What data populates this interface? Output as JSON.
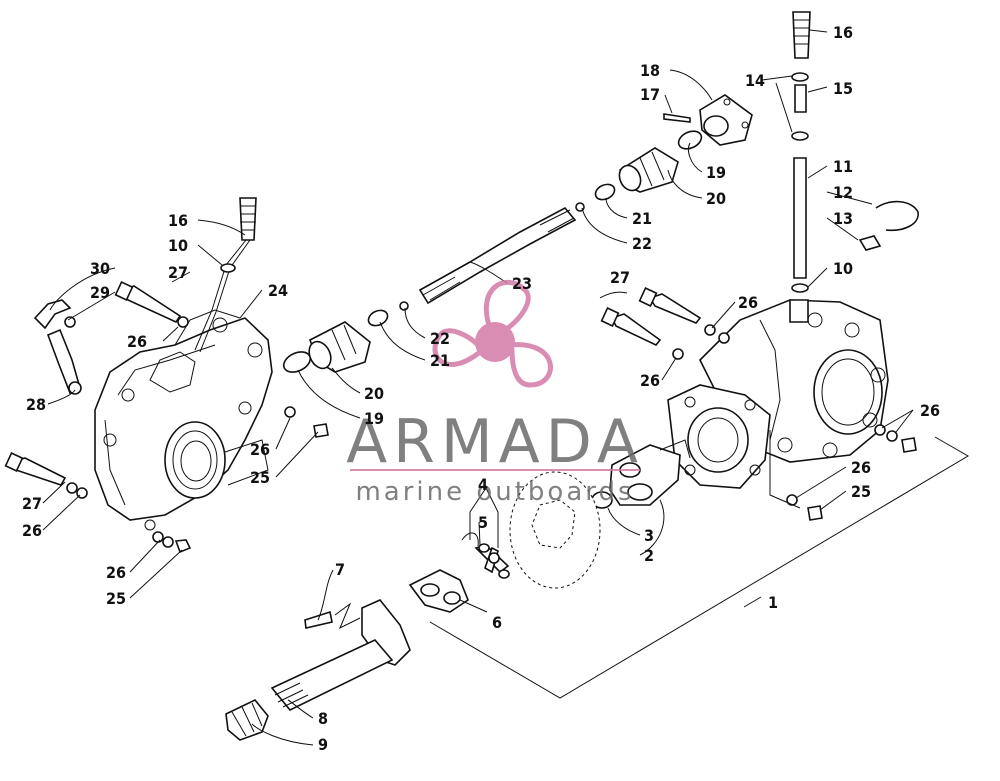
{
  "watermark": {
    "brand": "ARMADA",
    "tagline": "marine outboards",
    "accent_color": "#d47aa6"
  },
  "callouts": {
    "c1": "1",
    "c2": "2",
    "c3": "3",
    "c4": "4",
    "c5": "5",
    "c6": "6",
    "c7": "7",
    "c8": "8",
    "c9": "9",
    "c10a": "10",
    "c10b": "10",
    "c11": "11",
    "c12": "12",
    "c13": "13",
    "c14": "14",
    "c15": "15",
    "c16a": "16",
    "c16b": "16",
    "c17": "17",
    "c18": "18",
    "c19a": "19",
    "c19b": "19",
    "c20a": "20",
    "c20b": "20",
    "c21a": "21",
    "c21b": "21",
    "c22a": "22",
    "c22b": "22",
    "c23": "23",
    "c24": "24",
    "c25a": "25",
    "c25b": "25",
    "c25c": "25",
    "c26a": "26",
    "c26b": "26",
    "c26c": "26",
    "c26d": "26",
    "c26e": "26",
    "c26f": "26",
    "c26g": "26",
    "c26h": "26",
    "c27a": "27",
    "c27b": "27",
    "c27c": "27",
    "c28": "28",
    "c29": "29",
    "c30": "30"
  },
  "icons": {
    "logo": "three-blade-propeller-icon"
  }
}
